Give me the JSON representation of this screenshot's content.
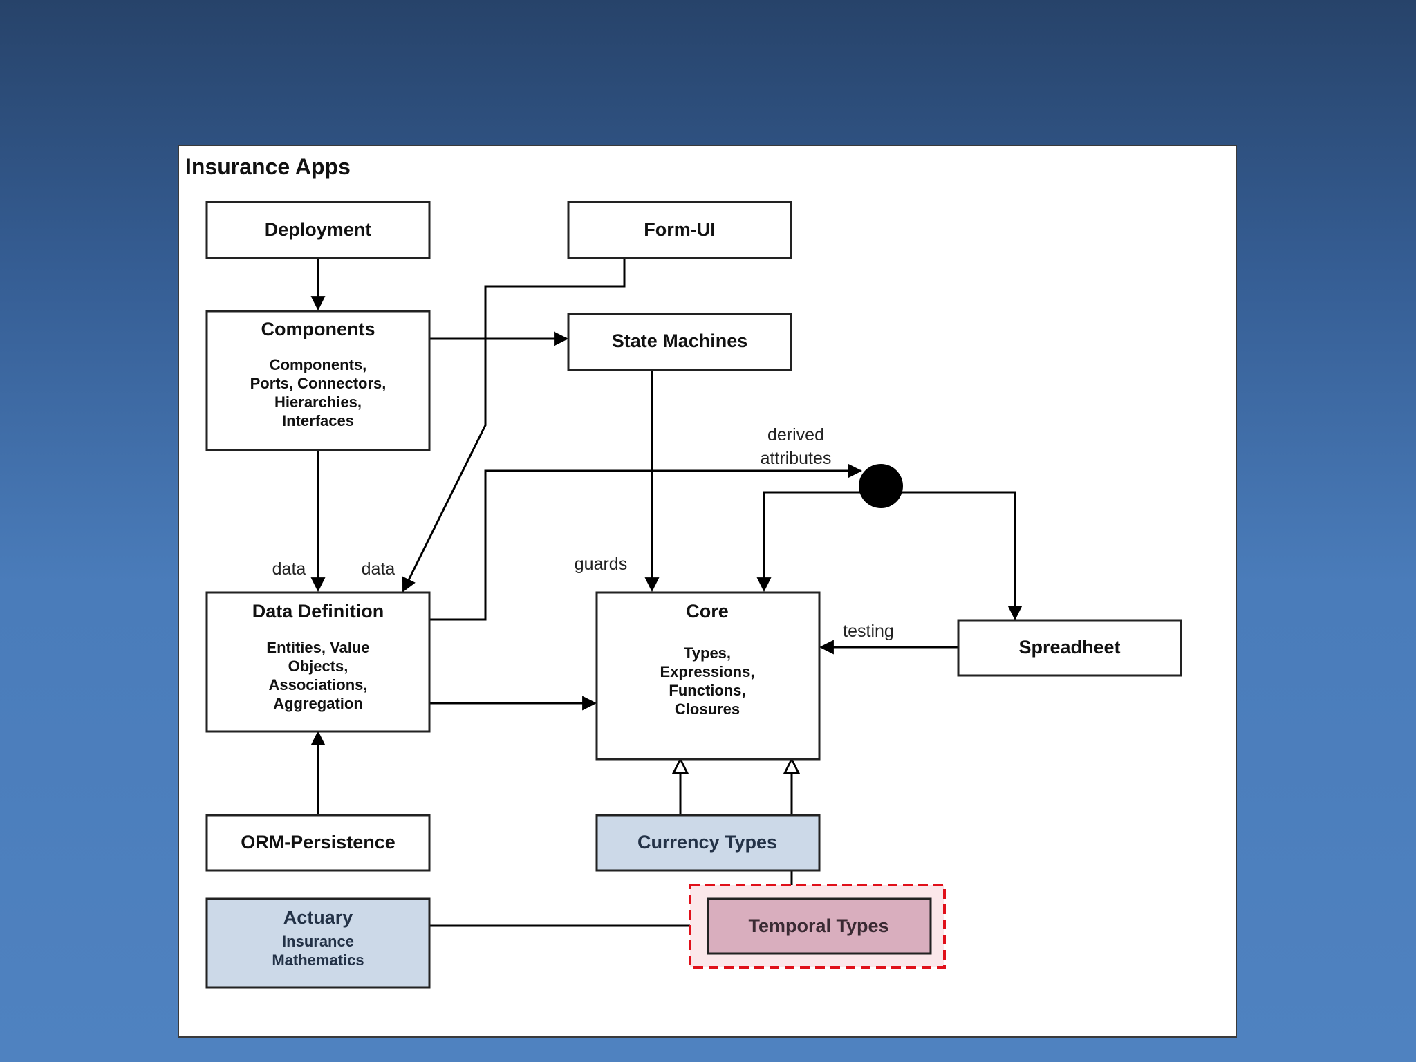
{
  "frame": {
    "title": "Insurance Apps"
  },
  "boxes": {
    "deployment": {
      "title": "Deployment"
    },
    "form_ui": {
      "title": "Form-UI"
    },
    "components": {
      "title": "Components",
      "lines": [
        "Components,",
        "Ports, Connectors,",
        "Hierarchies,",
        "Interfaces"
      ]
    },
    "state_machines": {
      "title": "State Machines"
    },
    "data_definition": {
      "title": "Data Definition",
      "lines": [
        "Entities, Value",
        "Objects,",
        "Associations,",
        "Aggregation"
      ]
    },
    "core": {
      "title": "Core",
      "lines": [
        "Types,",
        "Expressions,",
        "Functions,",
        "Closures"
      ]
    },
    "spreadheet": {
      "title": "Spreadheet"
    },
    "orm_persistence": {
      "title": "ORM-Persistence"
    },
    "currency_types": {
      "title": "Currency Types"
    },
    "actuary": {
      "title": "Actuary",
      "lines": [
        "Insurance",
        "Mathematics"
      ]
    },
    "temporal_types": {
      "title": "Temporal Types"
    }
  },
  "edge_labels": {
    "data_left": "data",
    "data_right": "data",
    "guards": "guards",
    "derived_line1": "derived",
    "derived_line2": "attributes",
    "testing": "testing"
  },
  "colors": {
    "extension_fill": "#ccd9e8",
    "highlight_fill": "#d9aebe",
    "highlight_border": "#e0101a"
  }
}
